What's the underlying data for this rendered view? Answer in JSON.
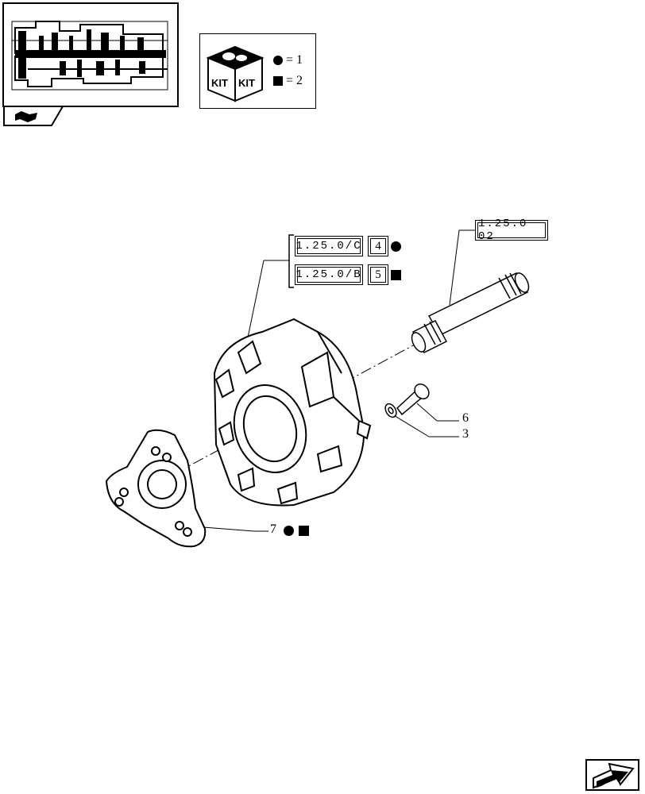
{
  "legend": {
    "kit_label": "KIT",
    "circle_value": "= 1",
    "square_value": "= 2"
  },
  "references": {
    "group_a": "1.25.0/C",
    "group_a_qty": "4",
    "group_b": "1.25.0/B",
    "group_b_qty": "5",
    "shaft_ref": "1.25.0 02"
  },
  "callouts": {
    "bolt": "6",
    "washer": "3",
    "disc": "7"
  },
  "icons": {
    "thumbnail": "transmission-thumbnail-icon",
    "book": "book-icon",
    "kit": "kit-box-icon",
    "next": "next-page-arrow-icon"
  }
}
